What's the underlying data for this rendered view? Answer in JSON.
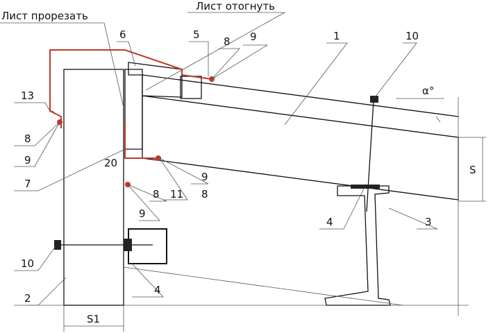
{
  "labels": {
    "cut_sheet": "Лист прорезать",
    "bent_sheet": "Лист отогнуть",
    "n1": "1",
    "n2": "2",
    "n3": "3",
    "n4a": "4",
    "n4b": "4",
    "n5": "5",
    "n6": "6",
    "n7": "7",
    "n8a": "8",
    "n8b": "8",
    "n8c": "8",
    "n8d": "8",
    "n9a": "9",
    "n9b": "9",
    "n9c": "9",
    "n9d": "9",
    "n10a": "10",
    "n10b": "10",
    "n11": "11",
    "n13": "13",
    "angle20": "20",
    "alpha": "α°",
    "dimS": "S",
    "dimS1": "S1"
  },
  "colors": {
    "flashing": "#c0392b",
    "line": "#111111"
  },
  "icons": {
    "hatch": "crosshatch-insulation",
    "fastener": "self-tapping-screw"
  }
}
